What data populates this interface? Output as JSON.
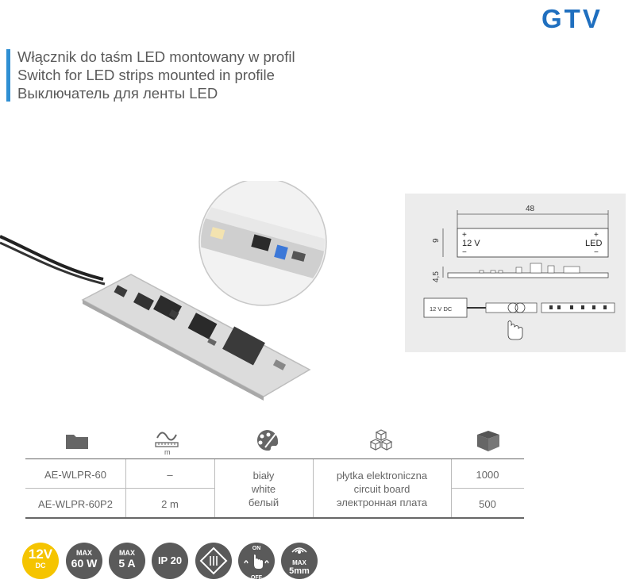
{
  "brand": {
    "logo_text": "GTV",
    "logo_color": "#1f6fbf"
  },
  "titles": {
    "polish": "Włącznik do taśm LED montowany w profil",
    "english": "Switch for LED strips mounted in profile",
    "russian": "Выключатель для ленты LED"
  },
  "accent_color": "#2f8fd3",
  "diagram": {
    "width_dim": "48",
    "height_dim": "9",
    "depth_dim": "4,5",
    "plus_left": "+",
    "minus_left": "−",
    "voltage_label": "12 V",
    "plus_right": "+",
    "minus_right": "−",
    "led_label": "LED",
    "supply_label": "12 V DC"
  },
  "table": {
    "icons": [
      "folder-icon",
      "cable-length-icon",
      "palette-icon",
      "material-cubes-icon",
      "package-box-icon"
    ],
    "length_unit": "m",
    "rows": [
      {
        "code": "AE-WLPR-60",
        "length": "–",
        "qty": "1000"
      },
      {
        "code": "AE-WLPR-60P2",
        "length": "2 m",
        "qty": "500"
      }
    ],
    "color": {
      "pl": "biały",
      "en": "white",
      "ru": "белый"
    },
    "material": {
      "pl": "płytka elektroniczna",
      "en": "circuit board",
      "ru": "электронная плата"
    }
  },
  "badges": {
    "voltage_value": "12V",
    "voltage_sub": "DC",
    "power_max": "MAX",
    "power_value": "60 W",
    "current_max": "MAX",
    "current_value": "5 A",
    "ip_rating": "IP 20",
    "on_label": "ON",
    "off_label": "OFF",
    "distance_max": "MAX",
    "distance_value": "5mm",
    "voltage_color": "#f5c400",
    "badge_color": "#5a5a5a"
  }
}
